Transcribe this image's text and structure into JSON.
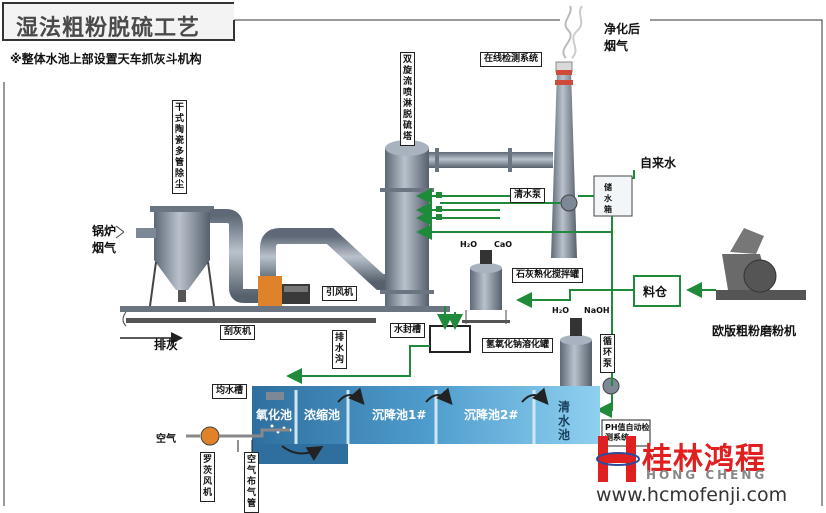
{
  "title": "湿法粗粉脱硫工艺",
  "note": "※整体水池上部设置天车抓灰斗机构",
  "labels": {
    "dry_dust": "干式陶瓷多管除尘",
    "boiler_gas": "锅炉烟气",
    "induced_fan": "引风机",
    "scraper": "刮灰机",
    "ash": "排灰",
    "tower": "双旋流喷淋脱硫塔",
    "monitor": "在线检测系统",
    "clean_gas": "净化后烟气",
    "tap_water": "自来水",
    "clear_pump": "清水泵",
    "water_tank": "储水箱",
    "lime_tank": "石灰熟化搅拌罐",
    "h2o_1": "H₂O",
    "cao": "CaO",
    "silo": "料仓",
    "mill": "欧版粗粉磨粉机",
    "seal_tank": "水封槽",
    "drain": "排水沟",
    "naoh_tank": "氢氧化钠溶化罐",
    "h2o_2": "H₂O",
    "naoh": "NaOH",
    "circ_pump": "循环泵",
    "distrib": "均水槽",
    "oxid": "氧化池",
    "thick": "浓缩池",
    "settle1": "沉降池1#",
    "settle2": "沉降池2#",
    "clear_pool": "清水池",
    "ph": "PH值自动检测系统",
    "air": "空气",
    "roots": "罗茨风机",
    "air_pipe": "空气布气管"
  },
  "brand": {
    "cn": "桂林鸿程",
    "en": "HONG CHENG",
    "url": "www.hcmofenji.com"
  },
  "colors": {
    "pipe": "#8e9aa8",
    "equipment": "#7d8896",
    "flow": "#1f8a3a",
    "water": "#5aa8d8",
    "brand_red": "#e02020"
  }
}
